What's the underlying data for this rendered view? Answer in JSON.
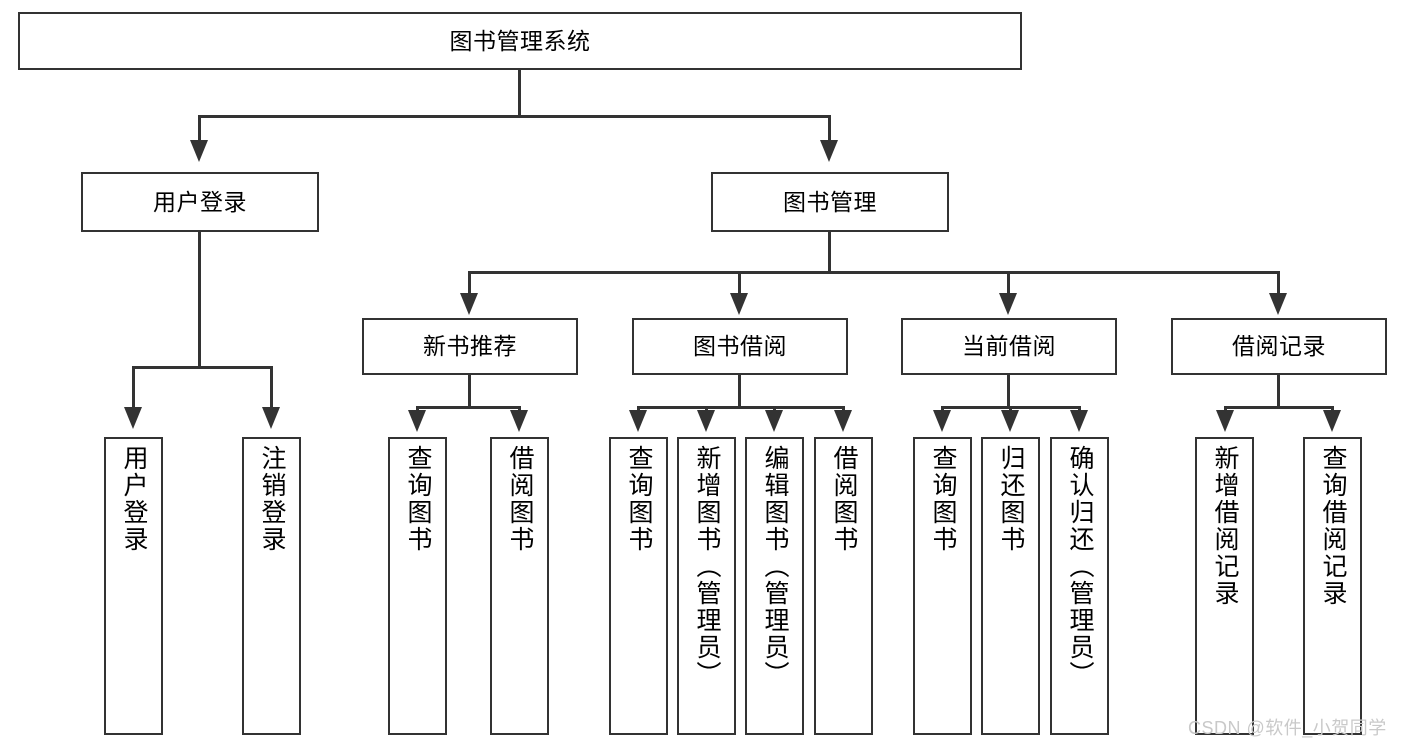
{
  "diagram": {
    "title_node": {
      "label": "图书管理系统"
    },
    "level1": [
      {
        "label": "用户登录"
      },
      {
        "label": "图书管理"
      }
    ],
    "level2": [
      {
        "label": "新书推荐"
      },
      {
        "label": "图书借阅"
      },
      {
        "label": "当前借阅"
      },
      {
        "label": "借阅记录"
      }
    ],
    "leaves": {
      "user_login": [
        {
          "label": "用户登录"
        },
        {
          "label": "注销登录"
        }
      ],
      "new_book_recommend": [
        {
          "label": "查询图书"
        },
        {
          "label": "借阅图书"
        }
      ],
      "book_borrow": [
        {
          "label": "查询图书"
        },
        {
          "label": "新增图书（管理员）"
        },
        {
          "label": "编辑图书（管理员）"
        },
        {
          "label": "借阅图书"
        }
      ],
      "current_borrow": [
        {
          "label": "查询图书"
        },
        {
          "label": "归还图书"
        },
        {
          "label": "确认归还（管理员）"
        }
      ],
      "borrow_record": [
        {
          "label": "新增借阅记录"
        },
        {
          "label": "查询借阅记录"
        }
      ]
    },
    "watermark": "CSDN @软件_小贺同学",
    "colors": {
      "stroke": "#333333",
      "fill": "#ffffff",
      "text": "#000000",
      "watermark": "#c9c9c9"
    }
  }
}
